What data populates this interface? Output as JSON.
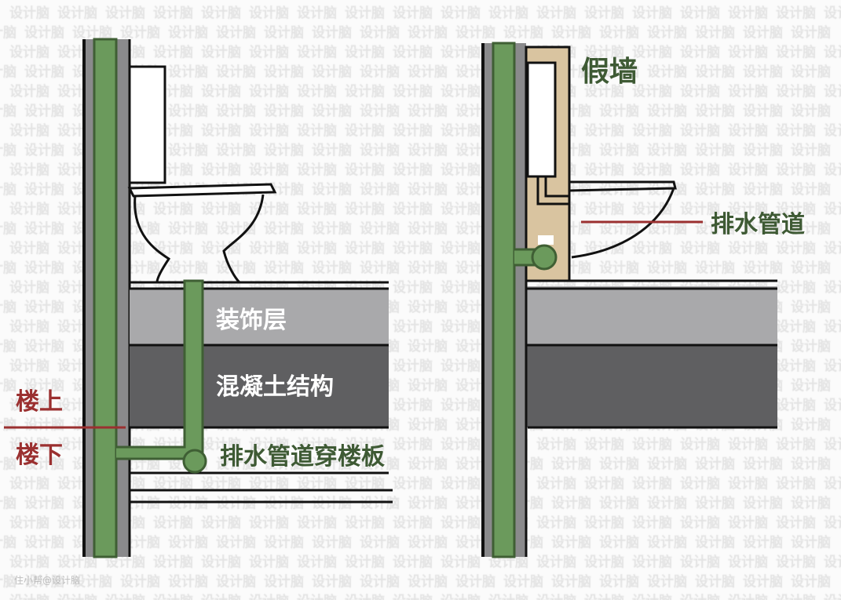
{
  "watermark": "设计脑",
  "credit": "住小帮@设计脑",
  "left_diagram": {
    "layer_decor": "装饰层",
    "layer_concrete": "混凝土结构",
    "upstairs": "楼上",
    "downstairs": "楼下",
    "pipe_label": "排水管道穿楼板"
  },
  "right_diagram": {
    "false_wall": "假墙",
    "pipe_label": "排水管道"
  },
  "colors": {
    "pipe": "#6b9a5c",
    "pipe_border": "#3f5f34",
    "wall": "#8a8a8c",
    "decor": "#a9a9ab",
    "concrete": "#5f5f61",
    "false_wall": "#d9c4a0",
    "label_green": "#3e5a34",
    "label_red": "#9b3030"
  }
}
